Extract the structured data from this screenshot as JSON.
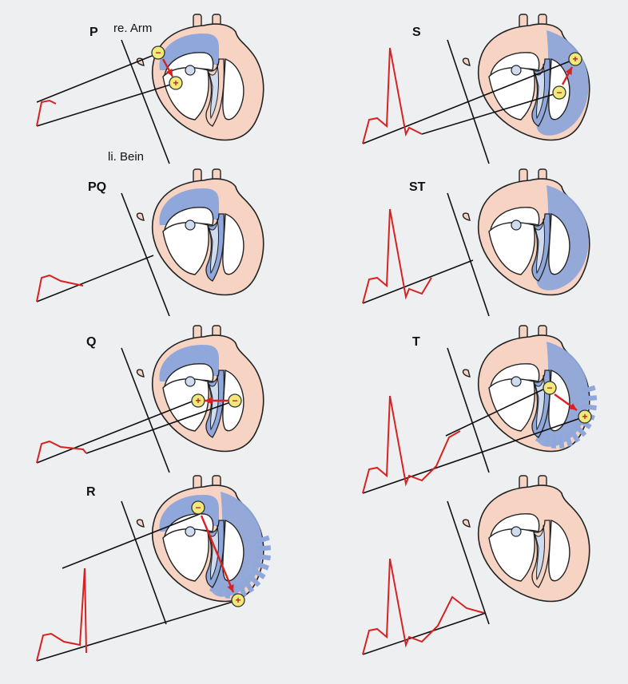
{
  "lead_labels": {
    "right_arm": "re. Arm",
    "left_leg": "li. Bein"
  },
  "colors": {
    "depolarized": "#8fa7da",
    "resting": "#f6d3c3",
    "septum_light": "#cfdcef",
    "ecg": "#d82222",
    "vector": "#d82222",
    "electrode": "#f1ea7a",
    "background": "#edeff1"
  },
  "panels": [
    {
      "id": "P",
      "label": "P"
    },
    {
      "id": "PQ",
      "label": "PQ"
    },
    {
      "id": "Q",
      "label": "Q"
    },
    {
      "id": "R",
      "label": "R"
    },
    {
      "id": "S",
      "label": "S"
    },
    {
      "id": "ST",
      "label": "ST"
    },
    {
      "id": "T",
      "label": "T"
    },
    {
      "id": "END",
      "label": ""
    }
  ],
  "electrode_signs": {
    "positive": "+",
    "negative": "−"
  }
}
